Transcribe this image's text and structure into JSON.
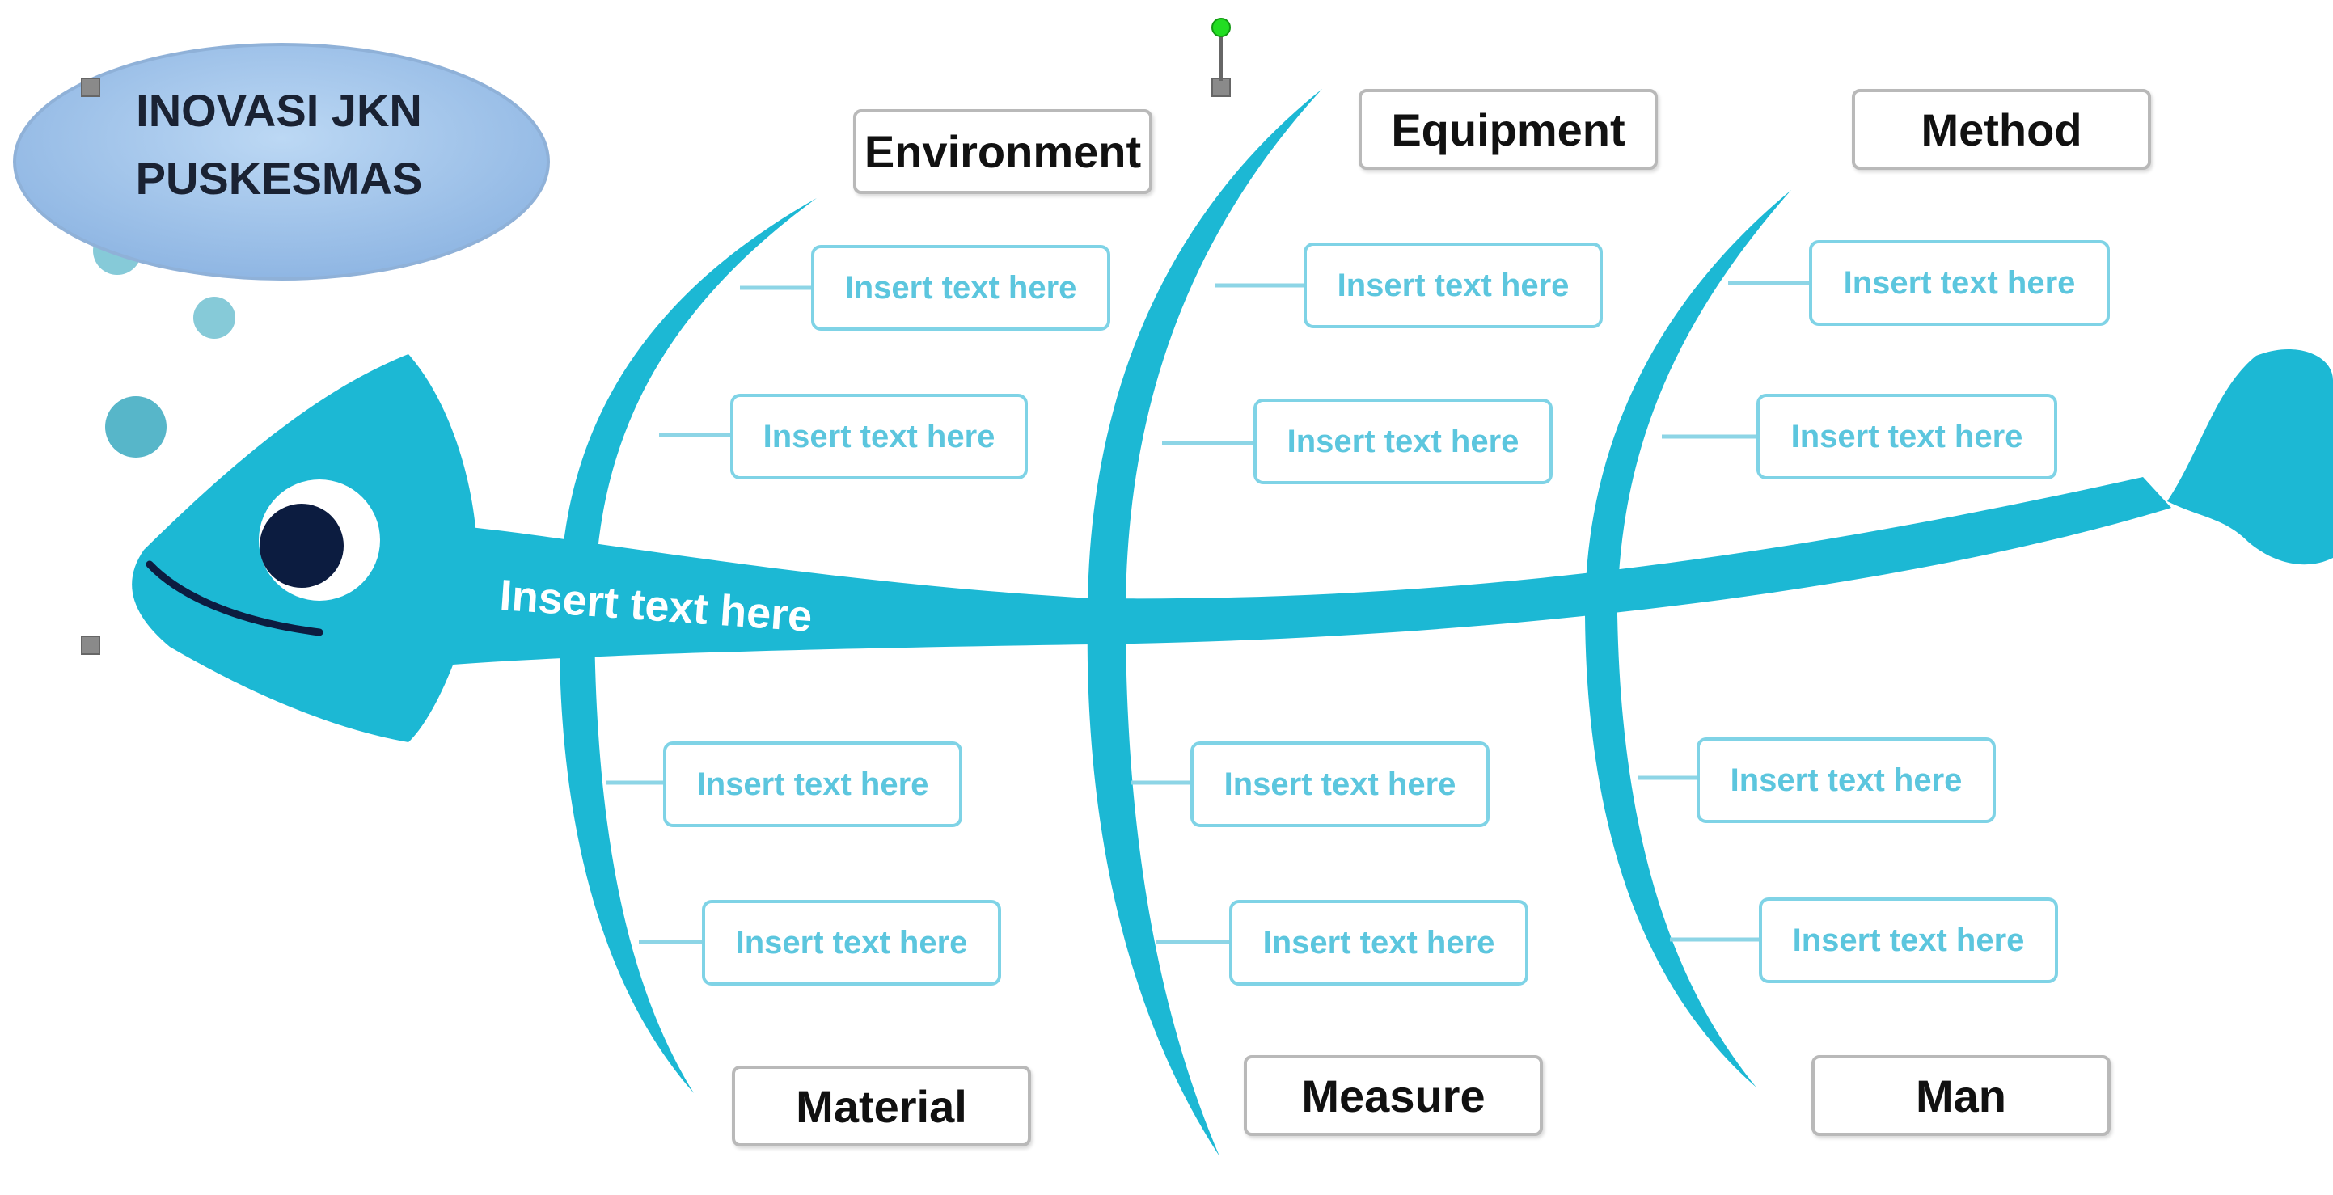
{
  "title": {
    "line1": "INOVASI JKN",
    "line2": "PUSKESMAS"
  },
  "spine_label": "Insert text here",
  "categories": {
    "top": [
      "Environment",
      "Equipment",
      "Method"
    ],
    "bottom": [
      "Material",
      "Measure",
      "Man"
    ]
  },
  "cause_boxes": {
    "top_upper": [
      "Insert text here",
      "Insert text here",
      "Insert text here"
    ],
    "top_lower": [
      "Insert text here",
      "Insert text here",
      "Insert text here"
    ],
    "bottom_upper": [
      "Insert text here",
      "Insert text here",
      "Insert text here"
    ],
    "bottom_lower": [
      "Insert text here",
      "Insert text here",
      "Insert text here"
    ]
  },
  "colors": {
    "fish": "#1cb8d4",
    "bubble_fill": "#9cc3ea",
    "box_border": "#7fd3e6",
    "box_text": "#5cc6de",
    "eye_pupil": "#0c1c40"
  }
}
